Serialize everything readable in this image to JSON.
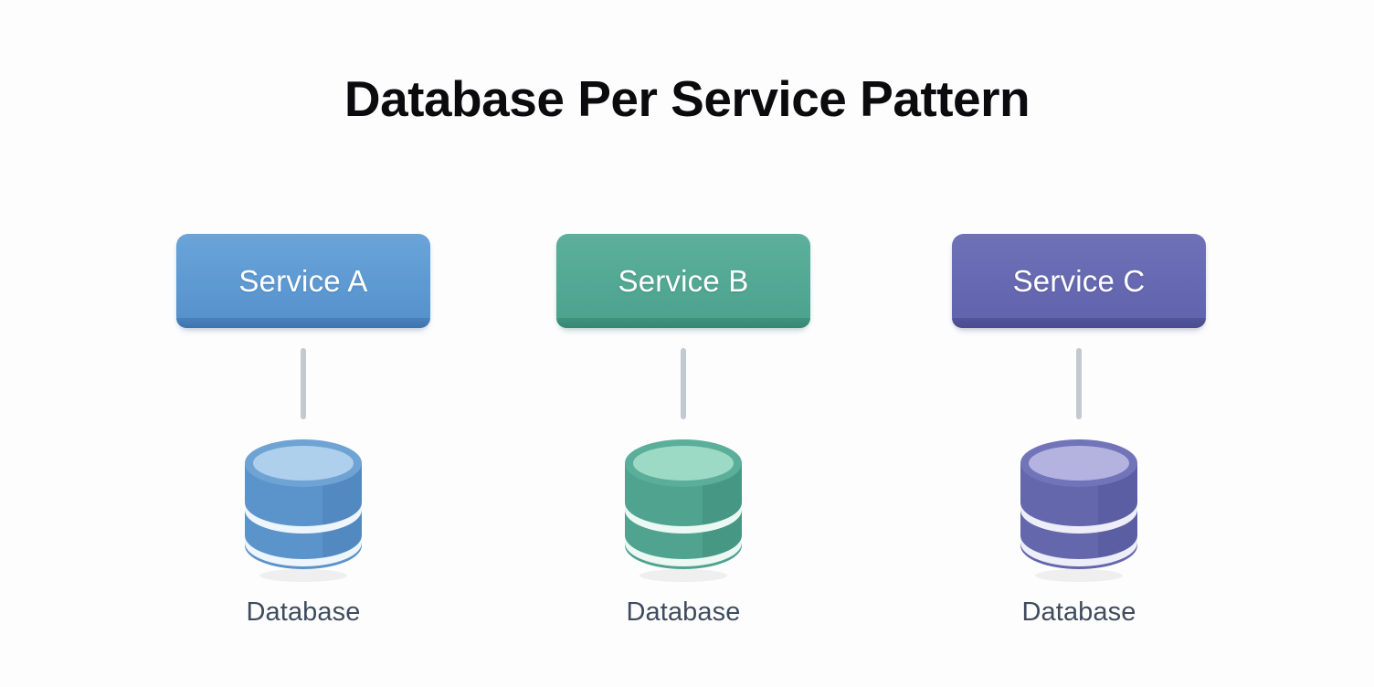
{
  "background_color": "#fdfdfe",
  "title": "Database Per Service Pattern",
  "title_color": "#0b0b0d",
  "connector_color": "#c3c9d1",
  "caption_color": "#3f4c5e",
  "columns": [
    {
      "service_label": "Service A",
      "database_label": "Database",
      "tone": "blue",
      "colors": {
        "box_top": "#6aa4d8",
        "box_bottom": "#5590cb",
        "box_edge": "#4a82bd",
        "cyl_top_fill": "#aed0ec",
        "cyl_top_stroke": "#6fa3d4",
        "cyl_body": "#5b94cb",
        "cyl_body_dark": "#4a80b8",
        "cyl_band": "#eef5fc"
      }
    },
    {
      "service_label": "Service B",
      "database_label": "Database",
      "tone": "green",
      "colors": {
        "box_top": "#5cb09b",
        "box_bottom": "#4aa18c",
        "box_edge": "#3f9480",
        "cyl_top_fill": "#9ddac6",
        "cyl_top_stroke": "#5bae99",
        "cyl_body": "#4fa38f",
        "cyl_body_dark": "#3f8e7b",
        "cyl_band": "#ecf8f3"
      }
    },
    {
      "service_label": "Service C",
      "database_label": "Database",
      "tone": "purple",
      "colors": {
        "box_top": "#6f71b8",
        "box_bottom": "#6062ab",
        "box_edge": "#53559b",
        "cyl_top_fill": "#b4b3e0",
        "cyl_top_stroke": "#7274b9",
        "cyl_body": "#6567ad",
        "cyl_body_dark": "#55579a",
        "cyl_band": "#eeeef9"
      }
    }
  ]
}
